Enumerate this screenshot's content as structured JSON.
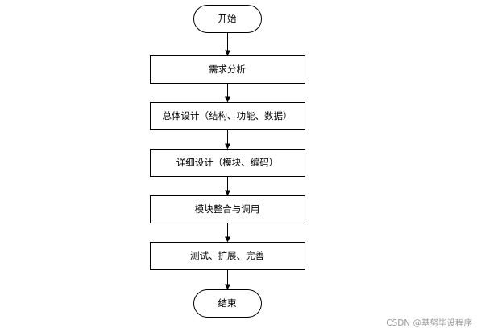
{
  "flowchart": {
    "nodes": [
      {
        "id": "start",
        "shape": "terminal",
        "label": "开始"
      },
      {
        "id": "requirements",
        "shape": "process",
        "label": "需求分析"
      },
      {
        "id": "overall-design",
        "shape": "process",
        "label": "总体设计（结构、功能、数据）"
      },
      {
        "id": "detailed-design",
        "shape": "process",
        "label": "详细设计（模块、编码）"
      },
      {
        "id": "integration",
        "shape": "process",
        "label": "模块整合与调用"
      },
      {
        "id": "testing",
        "shape": "process",
        "label": "测试、扩展、完善"
      },
      {
        "id": "end",
        "shape": "terminal",
        "label": "结束"
      }
    ],
    "edges": [
      {
        "from": "start",
        "to": "requirements"
      },
      {
        "from": "requirements",
        "to": "overall-design"
      },
      {
        "from": "overall-design",
        "to": "detailed-design"
      },
      {
        "from": "detailed-design",
        "to": "integration"
      },
      {
        "from": "integration",
        "to": "testing"
      },
      {
        "from": "testing",
        "to": "end"
      }
    ]
  },
  "watermark": "CSDN @基努毕设程序"
}
